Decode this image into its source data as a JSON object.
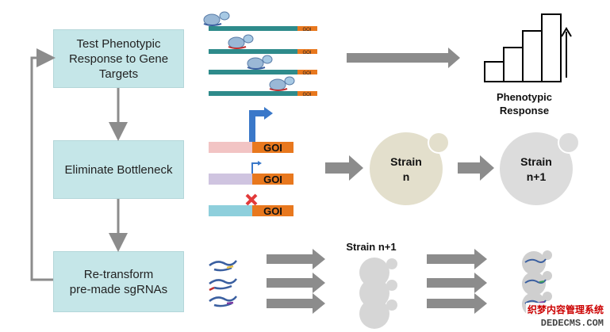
{
  "steps": {
    "test": "Test Phenotypic Response to Gene Targets",
    "eliminate": "Eliminate Bottleneck",
    "retransform_line1": "Re-transform",
    "retransform_line2": "pre-made sgRNAs"
  },
  "gene_label": "GOI",
  "response_label_line1": "Phenotypic",
  "response_label_line2": "Response",
  "strain_n_line1": "Strain",
  "strain_n_line2": "n",
  "strain_n1_line1": "Strain",
  "strain_n1_line2": "n+1",
  "strain_n1_title": "Strain n+1",
  "watermark_cn": "织梦内容管理系统",
  "watermark_url": "DEDECMS.COM",
  "colors": {
    "box_fill": "#c5e6e8",
    "flow_arrow": "#8c8c8c",
    "dna_teal": "#2e8b8b",
    "goi_orange": "#e8781e",
    "promoter_blue": "#3a78c9",
    "strain_n_fill": "#e3dfcc",
    "strain_n1_fill": "#dcdcdc",
    "block_x": "#e23a3a"
  }
}
